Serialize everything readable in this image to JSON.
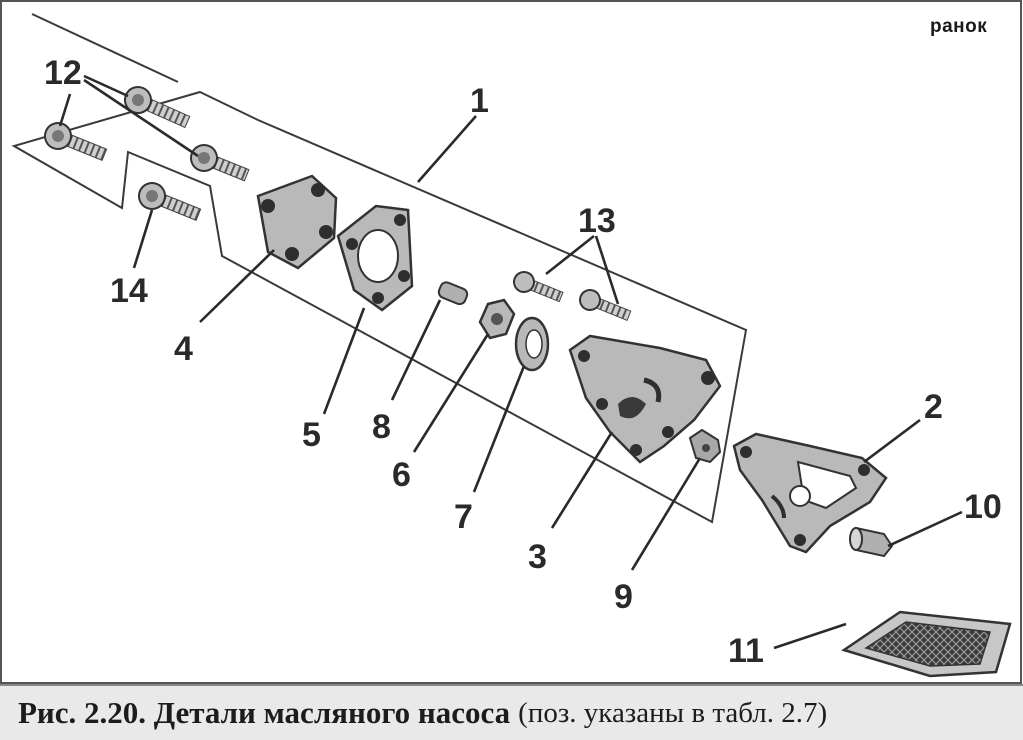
{
  "logo": {
    "text": "ранок"
  },
  "callouts": {
    "c1": "1",
    "c2": "2",
    "c3": "3",
    "c4": "4",
    "c5": "5",
    "c6": "6",
    "c7": "7",
    "c8": "8",
    "c9": "9",
    "c10": "10",
    "c11": "11",
    "c12": "12",
    "c13": "13",
    "c14": "14"
  },
  "caption": {
    "main": "Рис. 2.20. Детали масляного насоса",
    "note": "(поз. указаны в табл. 2.7)"
  },
  "colors": {
    "part_fill": "#b9b9b9",
    "part_dark": "#6e6e6e",
    "hole": "#2e2e2e",
    "line": "#2a2a2a"
  }
}
